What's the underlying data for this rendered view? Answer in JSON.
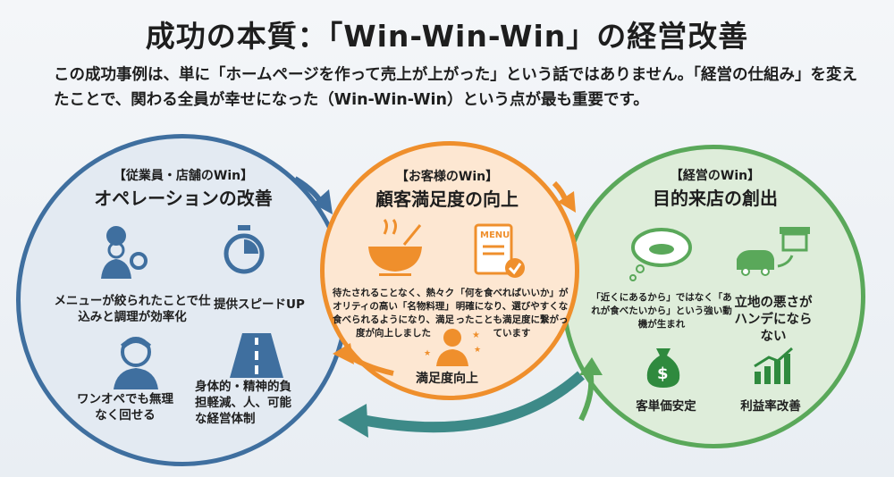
{
  "title": "成功の本質：「Win-Win-Win」の経営改善",
  "intro": "この成功事例は、単に「ホームページを作って売上が上がった」という話ではありません。「経営の仕組み」を変えたことで、関わる全員が幸せになった（Win-Win-Win）という点が最も重要です。",
  "left": {
    "sub": "【従業員・店舗のWin】",
    "main": "オペレーションの改善",
    "items": [
      "メニューが絞られたことで仕込みと調理が効率化",
      "提供スピードUP",
      "ワンオペでも無理なく回せる",
      "身体的・精神的負担軽減、人、可能な経営体制"
    ]
  },
  "middle": {
    "sub": "【お客様のWin】",
    "main": "顧客満足度の向上",
    "menu_label": "MENU",
    "items": [
      "待たされることなく、熱々クオリティの高い「名物料理」食べられるようになり、満足度が向上しました",
      "「何を食べればいいか」が明確になり、選びやすくなったことも満足度に繋がっています",
      "満足度向上"
    ]
  },
  "right": {
    "sub": "【経営のWin】",
    "main": "目的来店の創出",
    "items": [
      "「近くにあるから」ではなく「あれが食べたいから」という強い動機が生まれ",
      "立地の悪さがハンデにならない",
      "客単価安定",
      "利益率改善"
    ]
  },
  "colors": {
    "blue": "#3f6f9f",
    "orange": "#ef8f2c",
    "green": "#5aa85a"
  }
}
